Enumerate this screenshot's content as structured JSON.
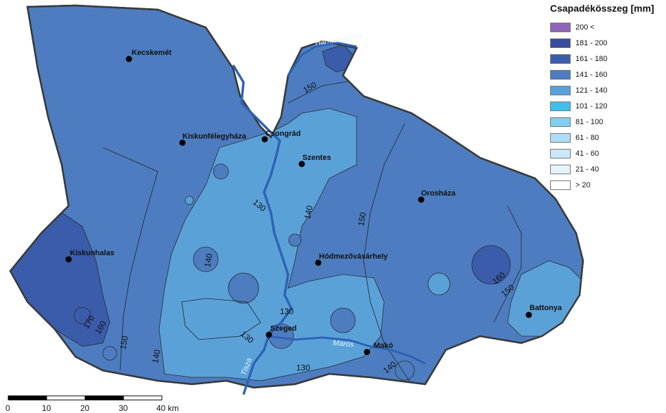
{
  "legend": {
    "title": "Csapadékösszeg [mm]",
    "items": [
      {
        "label": "200 <",
        "color": "#8e65b8"
      },
      {
        "label": "181 - 200",
        "color": "#3a4c9e"
      },
      {
        "label": "161 - 180",
        "color": "#3b5cab"
      },
      {
        "label": "141 - 160",
        "color": "#4d7dc0"
      },
      {
        "label": "121 - 140",
        "color": "#5aa1d8"
      },
      {
        "label": "101 - 120",
        "color": "#3ec0ea"
      },
      {
        "label": "81 - 100",
        "color": "#7fcff0"
      },
      {
        "label": "61 - 80",
        "color": "#aedcf4"
      },
      {
        "label": "41 - 60",
        "color": "#cbe8f7"
      },
      {
        "label": "21 - 40",
        "color": "#e5f3fa"
      },
      {
        "label": "> 20",
        "color": "#ffffff"
      }
    ]
  },
  "cities": {
    "kecskemet": "Kecskemét",
    "kiskunfelegyhaza": "Kiskunfélegyháza",
    "csongrad": "Csongrád",
    "szentes": "Szentes",
    "oroshaza": "Orosháza",
    "kiskunhalas": "Kiskunhalas",
    "hodmezovasarhely": "Hódmezővásárhely",
    "battonya": "Battonya",
    "szeged": "Szeged",
    "mako": "Makó"
  },
  "rivers": {
    "harmas_koros": "Hármas-Körös",
    "tisza": "Tisza",
    "maros": "Maros"
  },
  "contours": {
    "c150_north": "150",
    "c130_a": "130",
    "c140_a": "140",
    "c150_east": "150",
    "c140_b": "140",
    "c130_b": "130",
    "c160_east": "160",
    "c150_se": "150",
    "c170": "170",
    "c160_west": "160",
    "c150_west": "150",
    "c130_c": "130",
    "c140_c": "140",
    "c130_d": "130",
    "c140_d": "140"
  },
  "scale_bar": {
    "ticks": [
      "0",
      "10",
      "20",
      "30",
      "40 km"
    ]
  },
  "colors": {
    "region_141_160": "#4d7dc0",
    "region_121_140": "#5aa1d8",
    "region_161_180": "#3b5cab",
    "river": "#2d62b5",
    "boundary": "#3a3a3a"
  }
}
